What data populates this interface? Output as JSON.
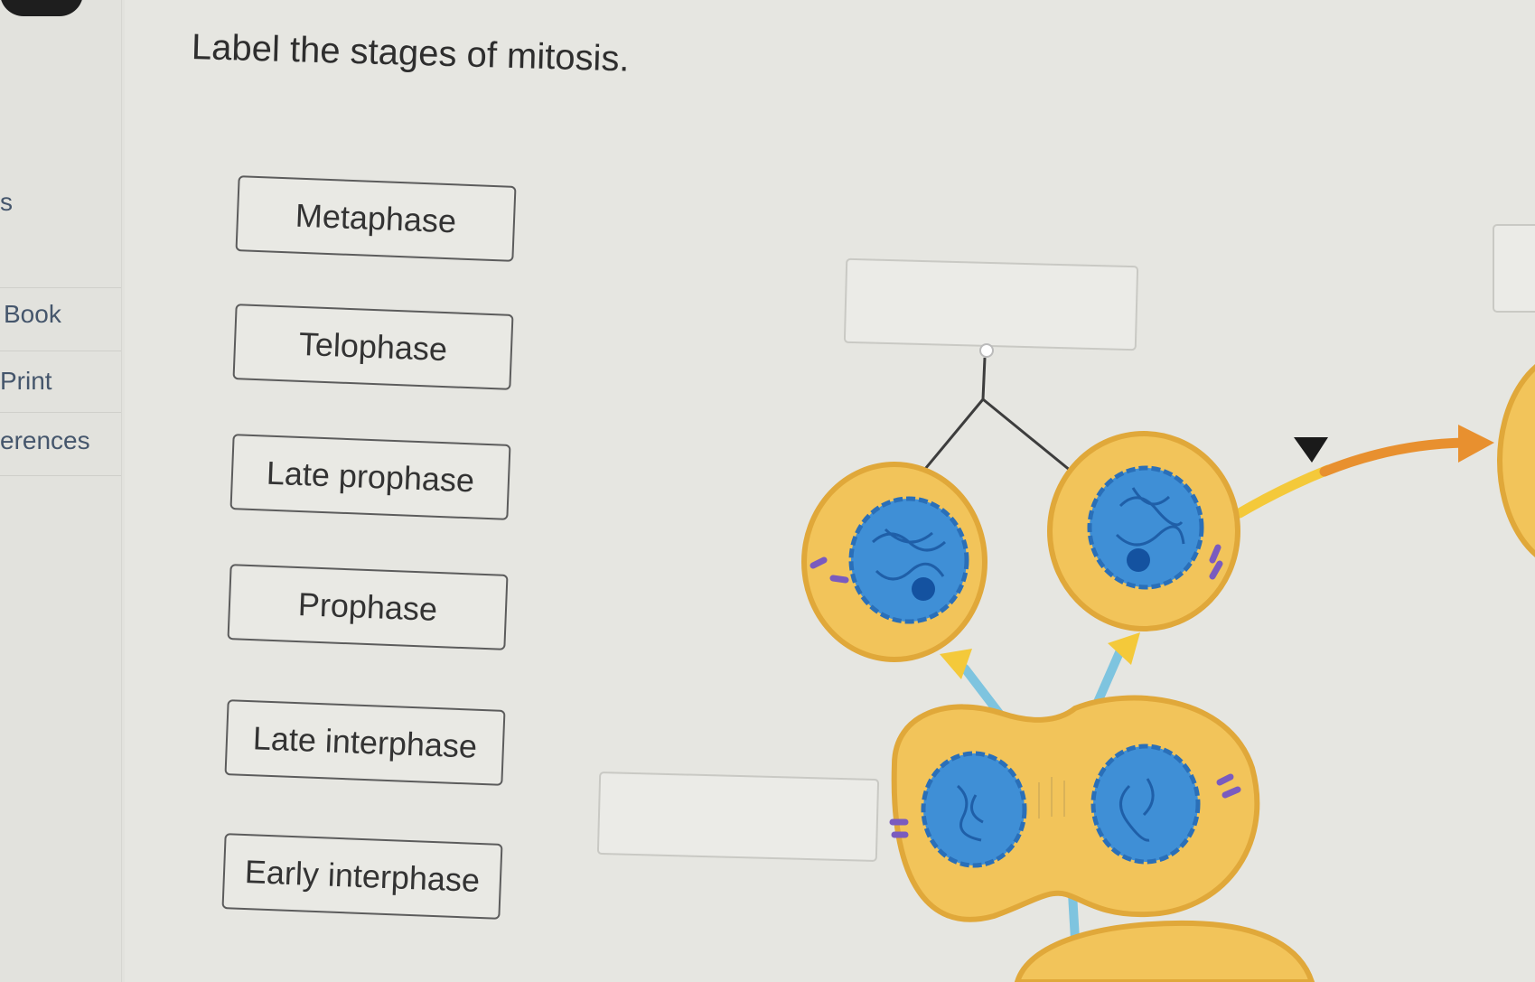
{
  "sidebar": {
    "items": [
      {
        "label": "s"
      },
      {
        "label": "Book"
      },
      {
        "label": "Print"
      },
      {
        "label": "erences"
      }
    ]
  },
  "question": {
    "title": "Label the stages of mitosis."
  },
  "labels": [
    {
      "text": "Metaphase"
    },
    {
      "text": "Telophase"
    },
    {
      "text": "Late prophase"
    },
    {
      "text": "Prophase"
    },
    {
      "text": "Late interphase"
    },
    {
      "text": "Early interphase"
    }
  ],
  "diagram": {
    "drop_targets": 3,
    "colors": {
      "cell_fill": "#f2c45a",
      "cell_outline": "#e0a83a",
      "nucleus_fill": "#3f8fd6",
      "nucleus_outline": "#2a6fb8",
      "arrow_orange": "#e8902f",
      "arrow_yellow": "#f4c93a",
      "arrow_blue": "#7ec4df",
      "centrosome": "#7a5bbf"
    },
    "icons": [
      "triangle-pointer-icon"
    ]
  }
}
